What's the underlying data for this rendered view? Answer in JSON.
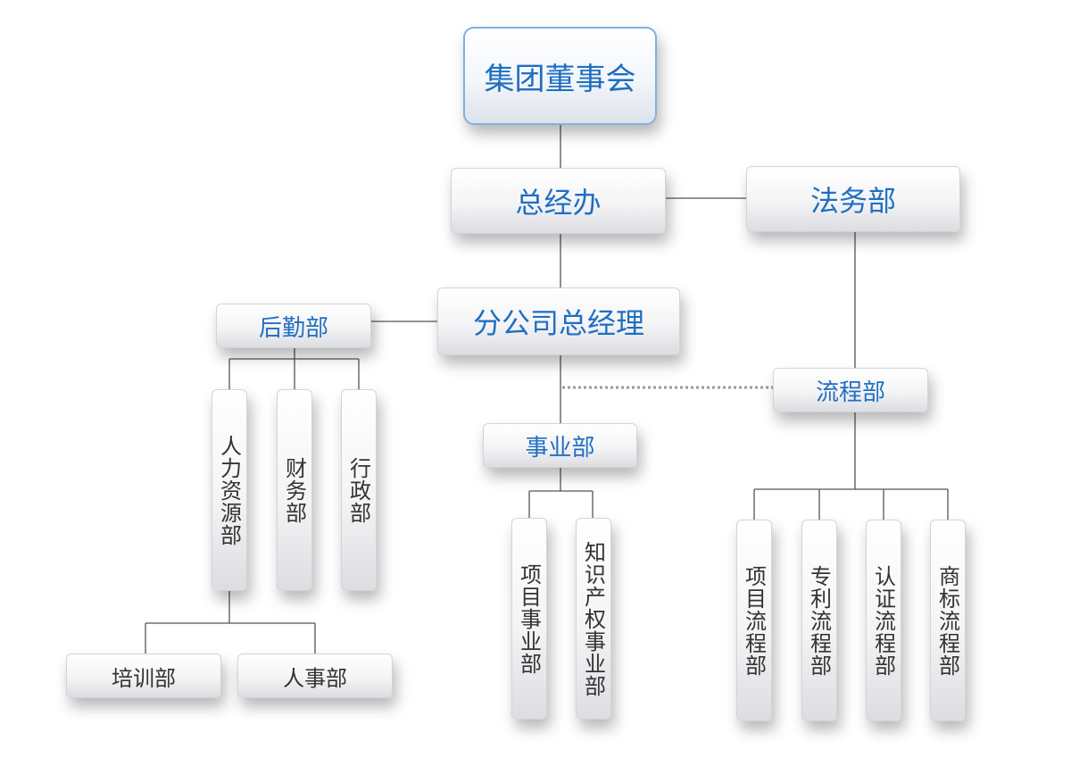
{
  "nodes": {
    "board": "集团董事会",
    "gm_office": "总经办",
    "legal": "法务部",
    "branch_gm": "分公司总经理",
    "logistics": "后勤部",
    "process": "流程部",
    "business": "事业部",
    "hr": "人力资源部",
    "finance": "财务部",
    "admin": "行政部",
    "training": "培训部",
    "personnel": "人事部",
    "project_biz": "项目事业部",
    "ip_biz": "知识产权事业部",
    "project_process": "项目流程部",
    "patent_process": "专利流程部",
    "cert_process": "认证流程部",
    "trademark_process": "商标流程部"
  },
  "colors": {
    "accent_text": "#1f6fc2",
    "body_text": "#333333",
    "root_border": "#7fb1e3"
  }
}
